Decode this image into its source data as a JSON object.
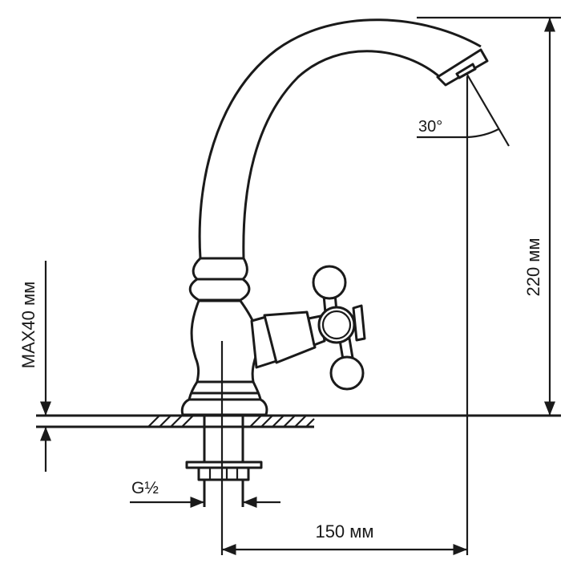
{
  "dimensions": {
    "height": "220 мм",
    "reach": "150 мм",
    "max_counter_thickness": "MAX40 мм",
    "thread": "G½",
    "spout_angle": "30°"
  },
  "colors": {
    "line": "#1a1a1a",
    "background": "#ffffff"
  }
}
